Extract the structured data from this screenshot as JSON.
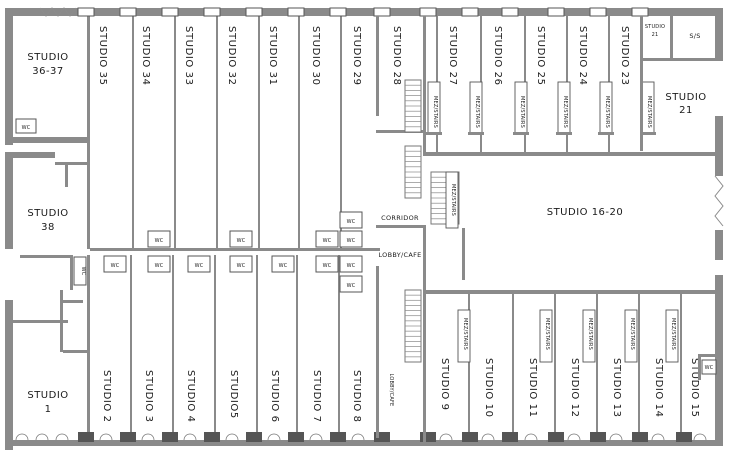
{
  "plan": {
    "studios_top": [
      "STUDIO 35",
      "STUDIO 34",
      "STUDIO 33",
      "STUDIO 32",
      "STUDIO 31",
      "STUDIO 30",
      "STUDIO 29",
      "STUDIO 28",
      "STUDIO 27",
      "STUDIO 26",
      "STUDIO 25",
      "STUDIO 24",
      "STUDIO 23"
    ],
    "studios_bottom": [
      "STUDIO 2",
      "STUDIO 3",
      "STUDIO 4",
      "STUDIO5",
      "STUDIO 6",
      "STUDIO 7",
      "STUDIO 8",
      "STUDIO 9",
      "STUDIO 10",
      "STUDIO 11",
      "STUDIO 12",
      "STUDIO 13",
      "STUDIO 14",
      "STUDIO 15"
    ],
    "studio_36_37": [
      "STUDIO",
      "36-37"
    ],
    "studio_38": [
      "STUDIO",
      "38"
    ],
    "studio_1": [
      "STUDIO",
      "1"
    ],
    "studio_21": [
      "STUDIO",
      "21"
    ],
    "studio_21_small": [
      "STUDIO",
      "21"
    ],
    "studio_16_20": "STUDIO 16-20",
    "ss": "S/S",
    "wc": "WC",
    "mez": "MEZ/STAIRS",
    "corridor": "CORRIDOR",
    "lobby_cafe": "LOBBY/CAFE",
    "lobby_cafe_vertical": "LOBBY/CAFE"
  }
}
